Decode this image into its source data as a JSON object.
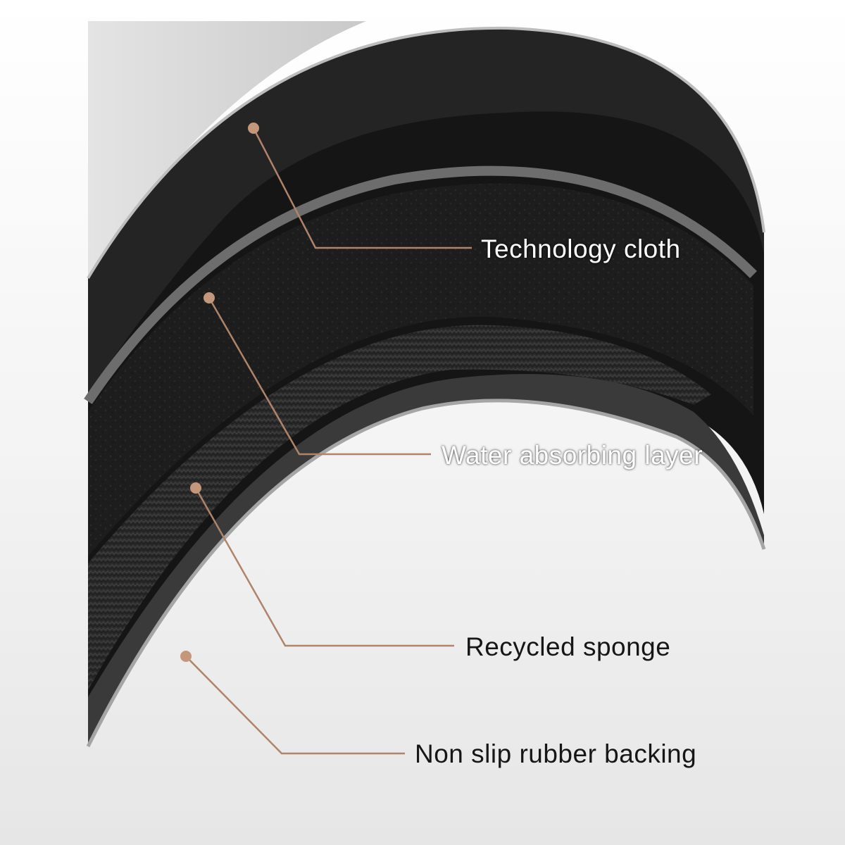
{
  "colors": {
    "background": "#ffffff",
    "cloth": "#151515",
    "cloth_top": "#2c2c2c",
    "absorbing": "#1f1f1f",
    "sponge": "#262626",
    "rubber": "#3a3a3a",
    "edge_highlight": "#9a9a9a",
    "leader": "#b08468"
  },
  "layers": [
    {
      "label": "Technology cloth"
    },
    {
      "label": "Water absorbing layer"
    },
    {
      "label": "Recycled sponge"
    },
    {
      "label": "Non slip rubber backing"
    }
  ]
}
